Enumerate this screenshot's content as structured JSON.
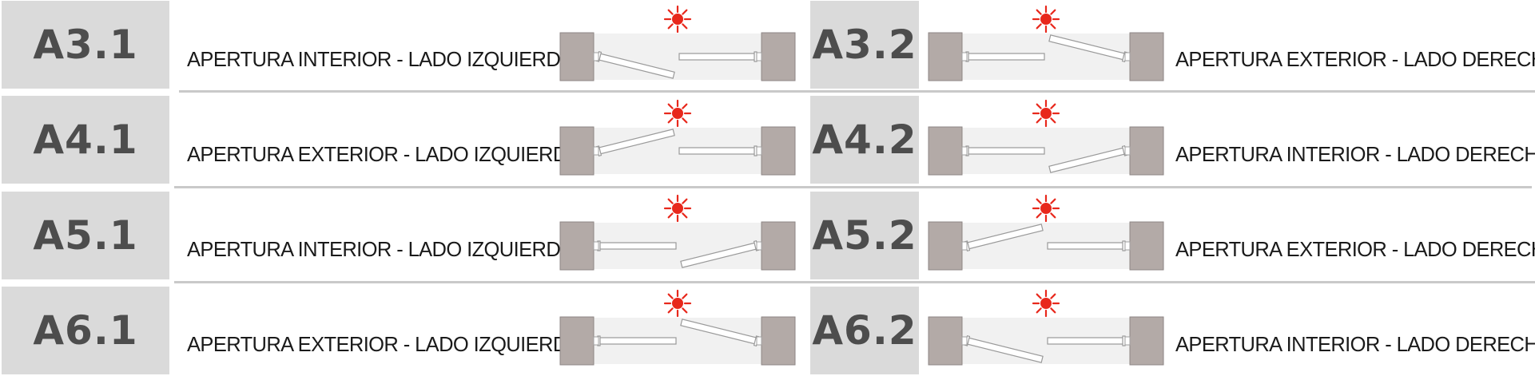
{
  "colors": {
    "code_background": "#dadada",
    "code_text": "#4d4d4d",
    "wall": "#b3aaa7",
    "floor": "#f1f1f1",
    "sun": "#e8281c",
    "separator": "#c9c9c9"
  },
  "icons": {
    "sun": "sun-icon",
    "hinge": "hinge-icon"
  },
  "rows": [
    {
      "left": {
        "code": "A3.1",
        "label": "APERTURA INTERIOR - LADO IZQUIERDO",
        "open_leaf": "left",
        "swing": "down"
      },
      "right": {
        "code": "A3.2",
        "label": "APERTURA EXTERIOR - LADO DERECHO",
        "open_leaf": "right",
        "swing": "up"
      }
    },
    {
      "left": {
        "code": "A4.1",
        "label": "APERTURA EXTERIOR - LADO IZQUIERDO",
        "open_leaf": "left",
        "swing": "up"
      },
      "right": {
        "code": "A4.2",
        "label": "APERTURA INTERIOR - LADO DERECHO",
        "open_leaf": "right",
        "swing": "down"
      }
    },
    {
      "left": {
        "code": "A5.1",
        "label": "APERTURA INTERIOR - LADO IZQUIERDO",
        "open_leaf": "right",
        "swing": "down"
      },
      "right": {
        "code": "A5.2",
        "label": "APERTURA EXTERIOR - LADO DERECHO",
        "open_leaf": "left",
        "swing": "up"
      }
    },
    {
      "left": {
        "code": "A6.1",
        "label": "APERTURA EXTERIOR - LADO IZQUIERDO",
        "open_leaf": "right",
        "swing": "up"
      },
      "right": {
        "code": "A6.2",
        "label": "APERTURA INTERIOR - LADO DERECHO",
        "open_leaf": "left",
        "swing": "down"
      }
    }
  ]
}
